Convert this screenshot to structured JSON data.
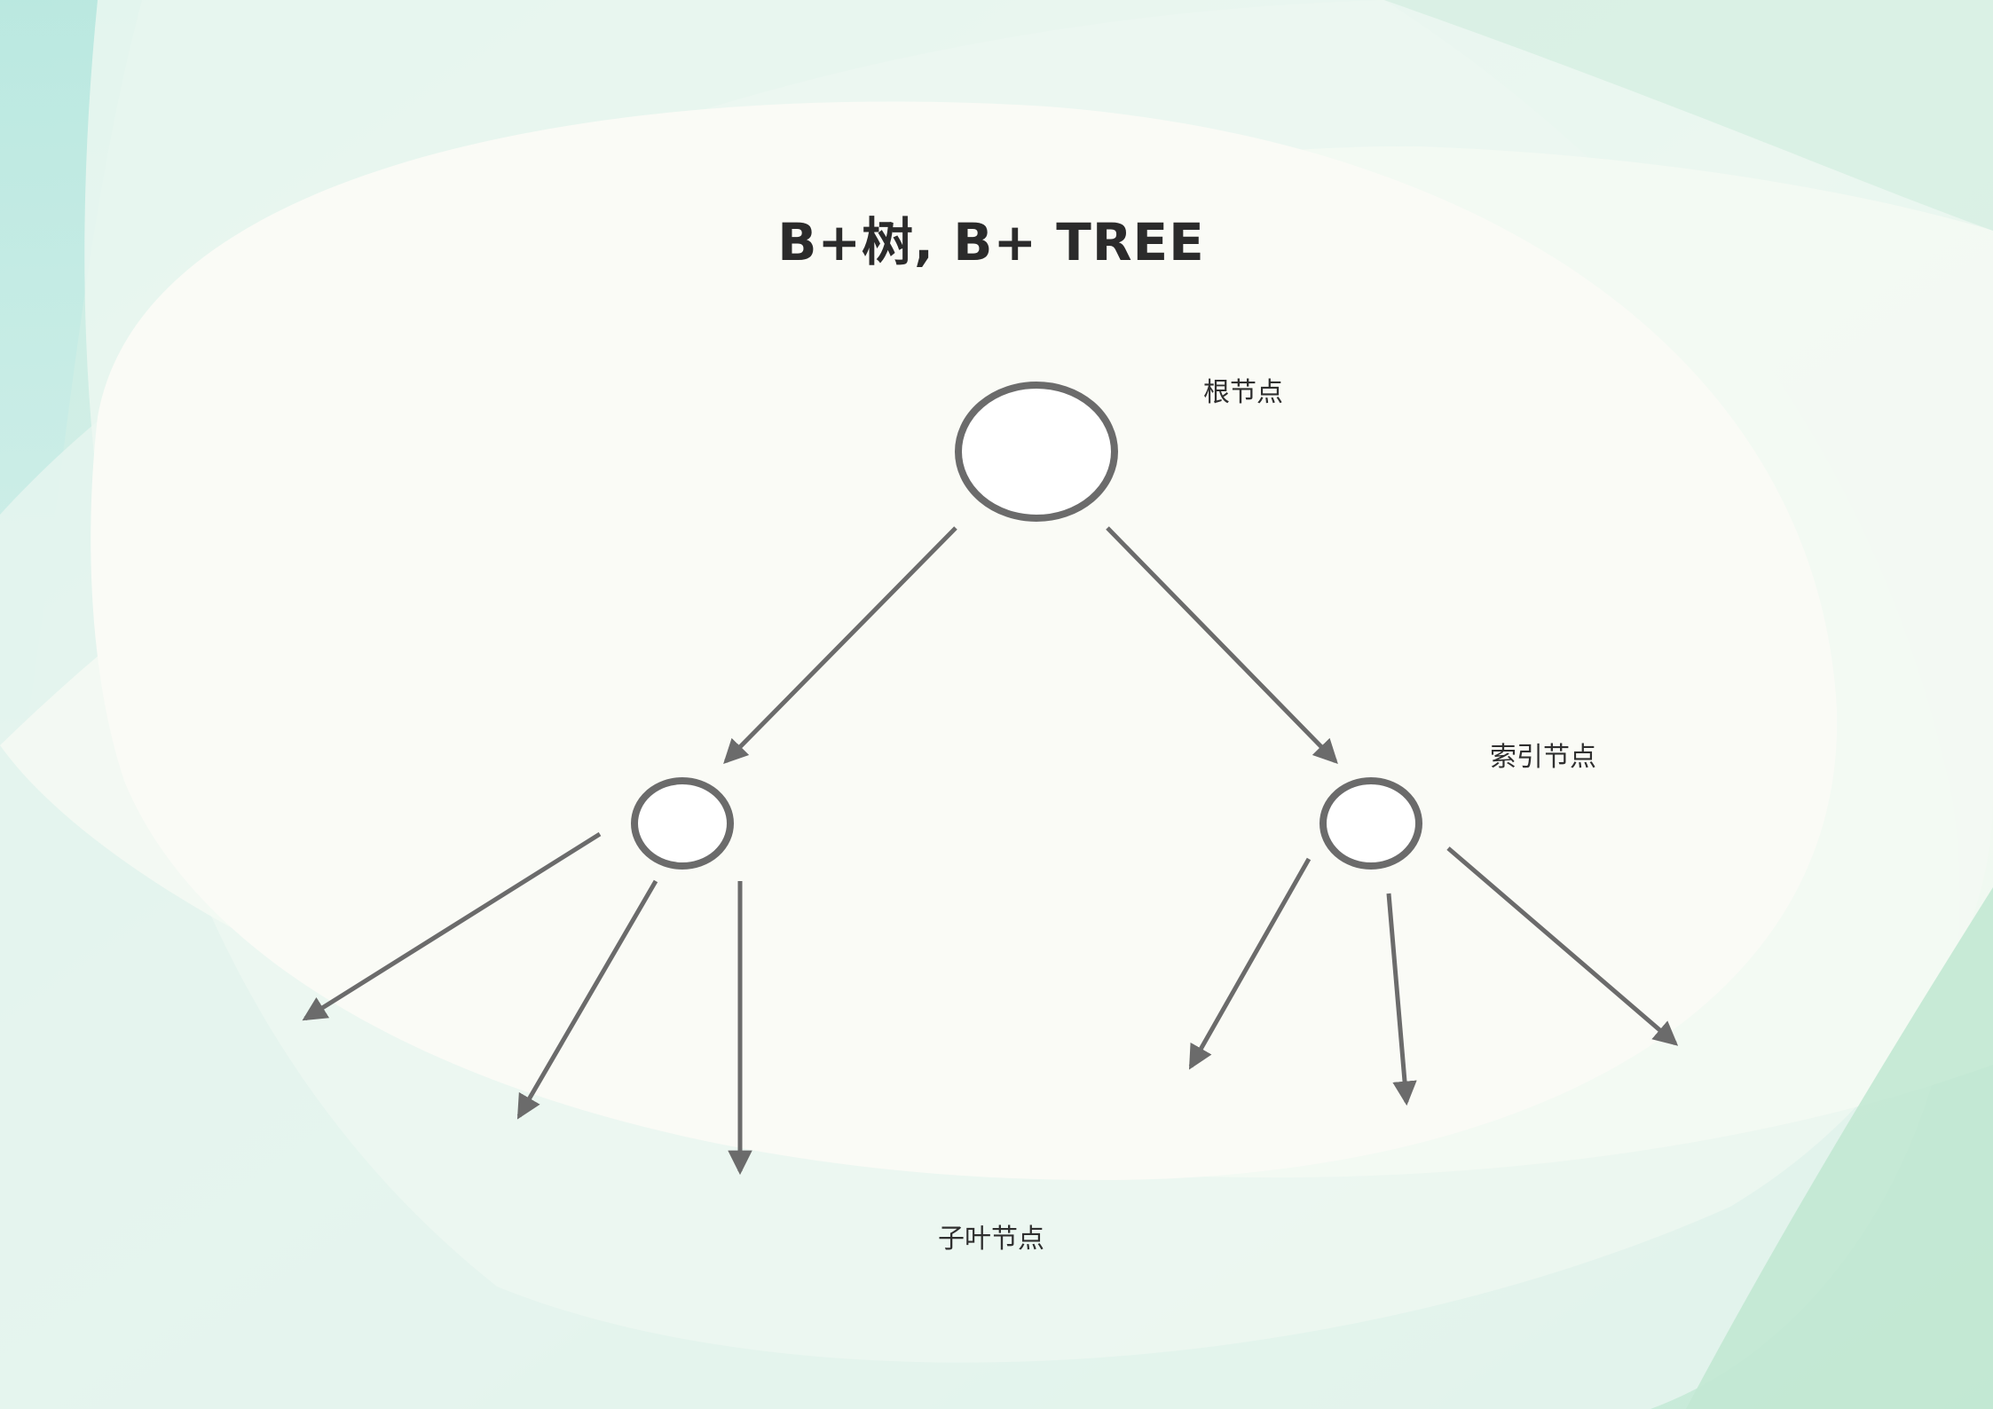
{
  "title": "B+树, B+ TREE",
  "labels": {
    "root": "根节点",
    "index": "索引节点",
    "leaf": "子叶节点"
  },
  "colors": {
    "stroke": "#6b6b6b",
    "node_fill": "#ffffff",
    "text": "#2b2b2b",
    "bg_center": "#fafbf7",
    "bg_edge_teal": "#bfe9df",
    "bg_edge_green": "#c6ead4"
  },
  "diagram": {
    "nodes": [
      {
        "id": "root",
        "type": "root"
      },
      {
        "id": "index-left",
        "type": "index"
      },
      {
        "id": "index-right",
        "type": "index"
      }
    ],
    "edges": [
      {
        "from": "root",
        "to": "index-left"
      },
      {
        "from": "root",
        "to": "index-right"
      },
      {
        "from": "index-left",
        "to": "leaf"
      },
      {
        "from": "index-left",
        "to": "leaf"
      },
      {
        "from": "index-left",
        "to": "leaf"
      },
      {
        "from": "index-right",
        "to": "leaf"
      },
      {
        "from": "index-right",
        "to": "leaf"
      },
      {
        "from": "index-right",
        "to": "leaf"
      }
    ]
  }
}
